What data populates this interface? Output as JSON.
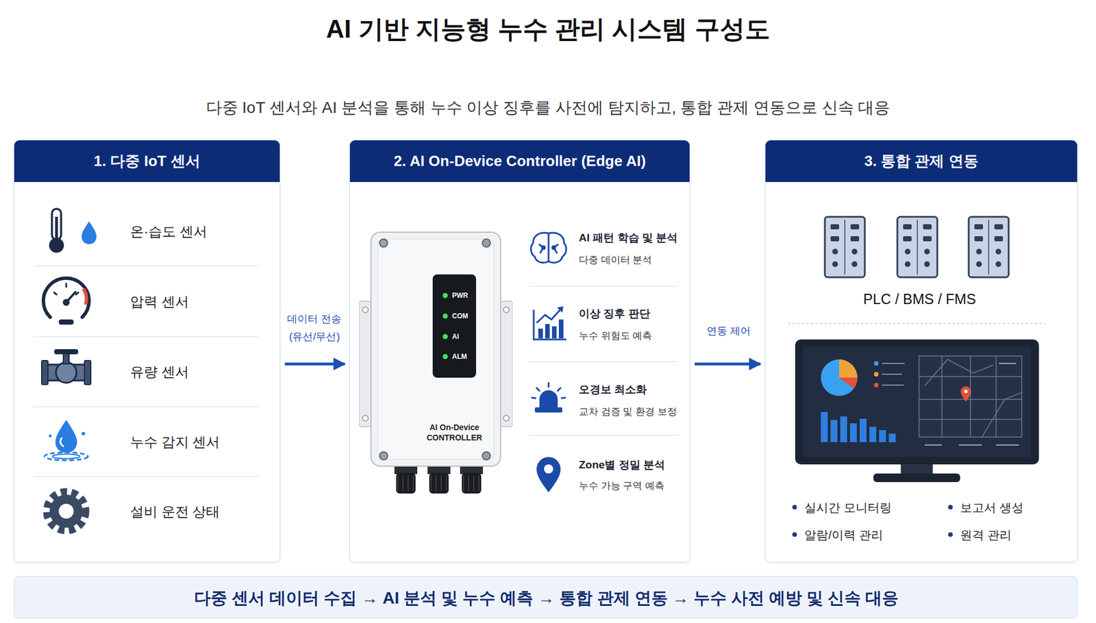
{
  "diagram": {
    "title": "AI 기반 지능형 누수 관리 시스템 구성도",
    "nodes": [
      {
        "text": [
          "1. 다중 IoT 센서",
          "온·습도 센서",
          "압력 센서",
          "유량 센서",
          "누수 감지 센서",
          "설비 운전 상태"
        ]
      },
      {
        "text": [
          "2. AI On-Device Controller (Edge AI)",
          "AI 패턴 학습 및 분석",
          "다중 데이터 분석",
          "이상 징후 판단",
          "누수 위험도 예측",
          "오경보 최소화",
          "교차 검증 및 환경 보정",
          "Zone별 정밀 분석",
          "누수 가능 구역 예측"
        ]
      },
      {
        "text": [
          "PWR",
          "COM",
          "AI",
          "ALM",
          "AI On-Device CONTROLLER"
        ],
        "in": 1
      },
      {
        "text": [
          "3. 통합 관제 연동",
          "PLC / BMS / FMS",
          "실시간 모니터링",
          "보고서 생성",
          "알람/이력 관리",
          "원격 관리"
        ]
      },
      {
        "text": [
          "다중 센서 데이터 수집 → AI 분석 및 누수 예측 → 통합 관제 연동 → 누수 사전 예방 및 신속 대응"
        ]
      }
    ],
    "edges": [
      {
        "from": 0,
        "to": 1,
        "label": "데이터 전송 (유선/무선)",
        "arrow": "to"
      },
      {
        "from": 1,
        "to": 3,
        "label": "연동 제어",
        "arrow": "to"
      }
    ],
    "labels": [
      "다중 IoT 센서와 AI 분석을 통해 누수 이상 징후를 사전에 탐지하고, 통합 관제 연동으로 신속 대응"
    ]
  }
}
